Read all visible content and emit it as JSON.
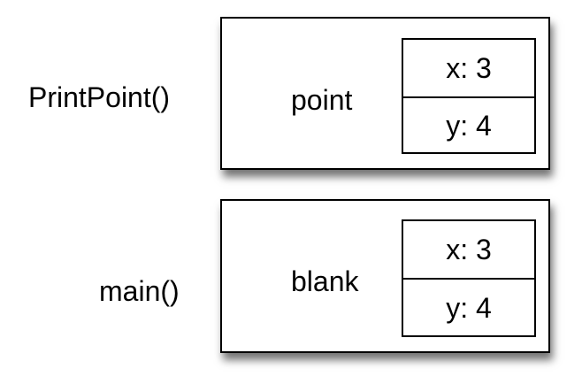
{
  "frames": [
    {
      "function": "PrintPoint()",
      "variable": "point",
      "fields": [
        {
          "label": "x: 3"
        },
        {
          "label": "y: 4"
        }
      ]
    },
    {
      "function": "main()",
      "variable": "blank",
      "fields": [
        {
          "label": "x: 3"
        },
        {
          "label": "y: 4"
        }
      ]
    }
  ]
}
